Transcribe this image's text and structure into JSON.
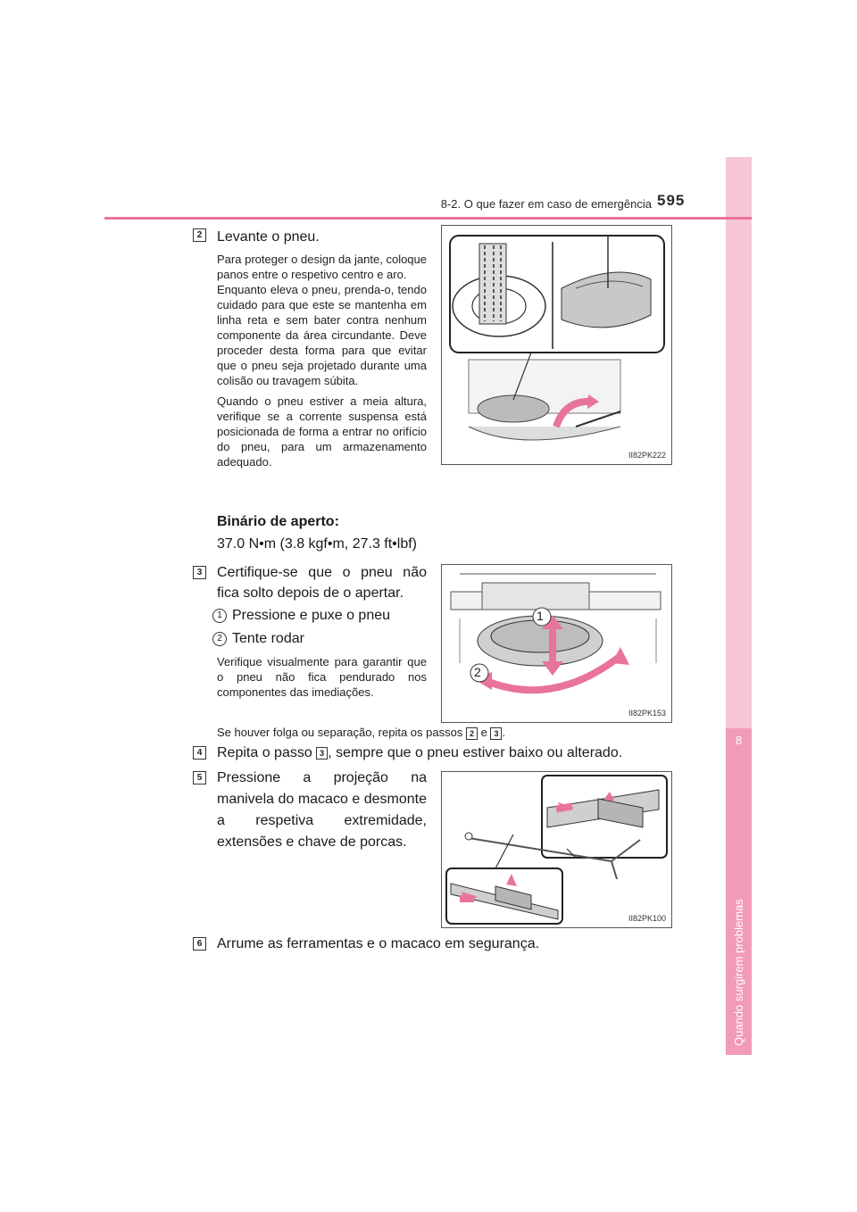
{
  "header": {
    "section_title": "8-2. O que fazer em caso de emergência",
    "page_number": "595"
  },
  "sidebar": {
    "chapter_number": "8",
    "chapter_title": "Quando surgirem problemas"
  },
  "steps": [
    {
      "number": "2",
      "title": "Levante o pneu.",
      "notes": [
        "Para proteger o design da jante, coloque panos entre o respetivo centro e aro.",
        "Enquanto eleva o pneu, prenda-o, tendo cuidado para que este se mantenha em linha reta e sem bater contra nenhum componente da área circundante. Deve proceder desta forma para que evitar que o pneu seja projetado durante uma colisão ou travagem súbita.",
        "Quando o pneu estiver a meia altura, verifique se a corrente suspensa está posicionada de forma a entrar no orifício do pneu, para um armazenamento adequado."
      ],
      "torque_label": "Binário de aperto:",
      "torque_value": "37.0 N•m (3.8 kgf•m, 27.3 ft•lbf)",
      "figure_code": "II82PK222"
    },
    {
      "number": "3",
      "title": "Certifique-se que o pneu não fica solto depois de o apertar.",
      "substeps": [
        {
          "number": "1",
          "label": "Pressione e puxe o pneu"
        },
        {
          "number": "2",
          "label": "Tente rodar"
        }
      ],
      "note": "Verifique visualmente para garantir que o pneu não fica pendurado nos componentes das imediações.",
      "footnote_prefix": "Se houver folga ou separação, repita os passos",
      "footnote_ref_a": "2",
      "footnote_mid": "e",
      "footnote_ref_b": "3",
      "footnote_suffix": ".",
      "figure_code": "II82PK153",
      "figure_labels": [
        "1",
        "2"
      ]
    },
    {
      "number": "4",
      "text_prefix": "Repita o passo",
      "text_ref": "3",
      "text_suffix": ", sempre que o pneu estiver baixo ou alterado."
    },
    {
      "number": "5",
      "title": "Pressione a projeção na manivela do macaco e desmonte a respetiva extremidade, extensões e chave de porcas.",
      "figure_code": "II82PK100"
    },
    {
      "number": "6",
      "title": "Arrume as ferramentas e o macaco em segurança."
    }
  ],
  "colors": {
    "accent": "#e8739c",
    "sidebar_light": "#f7c6d6",
    "sidebar_dark": "#f19bb8"
  }
}
